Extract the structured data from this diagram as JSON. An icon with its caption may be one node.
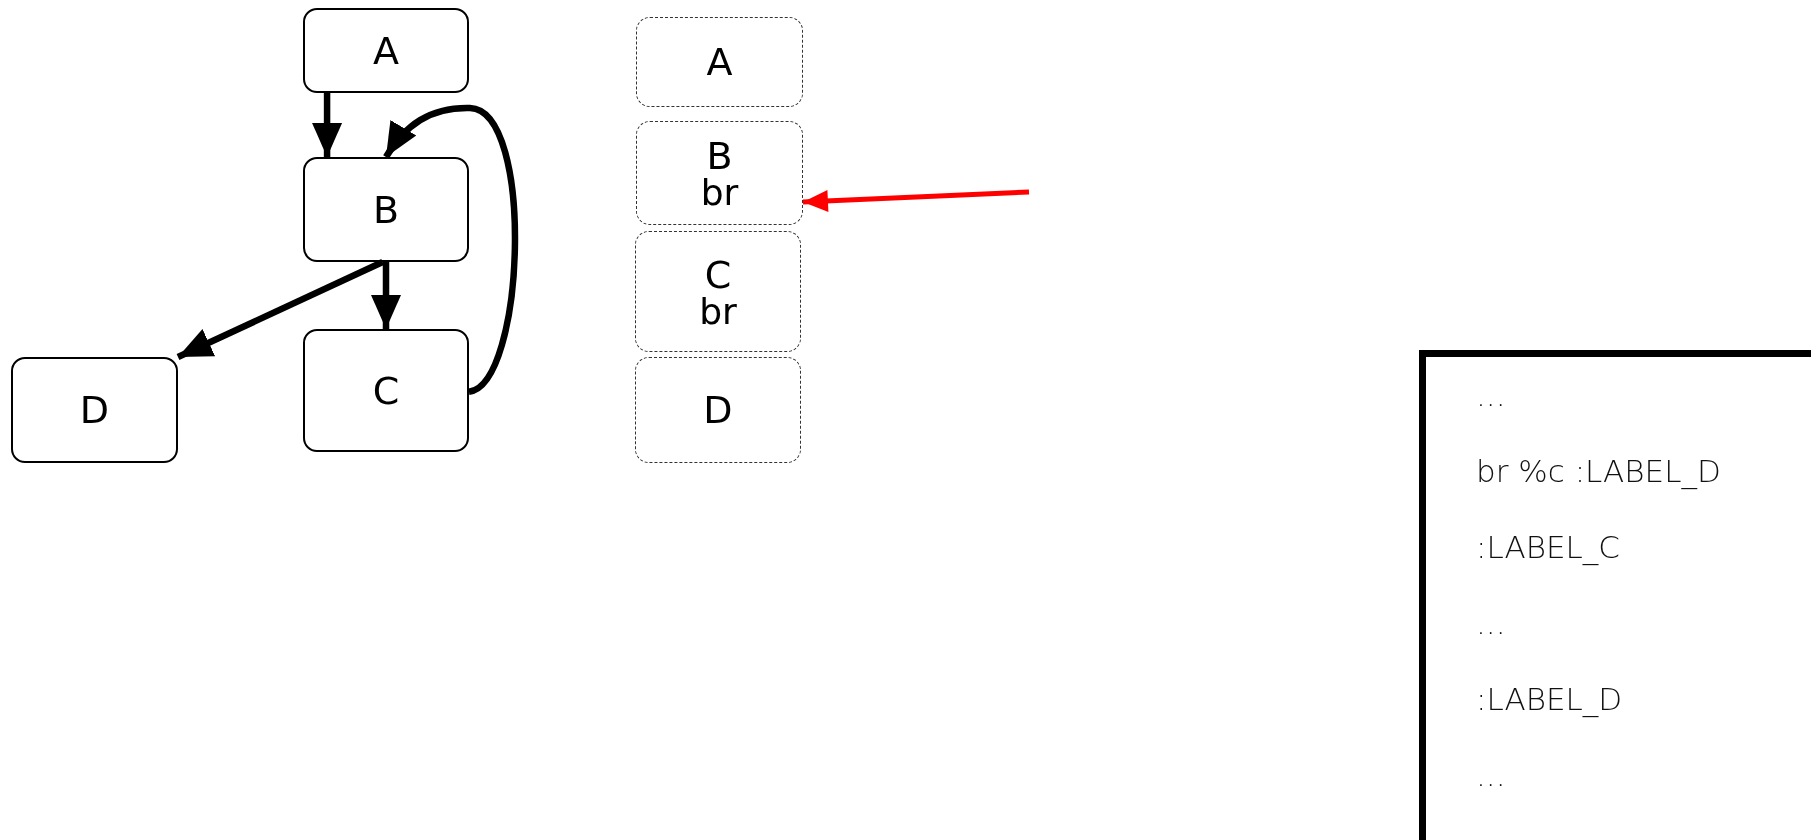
{
  "diagram": {
    "nodes": [
      {
        "text": [
          "A"
        ]
      },
      {
        "text": [
          "B"
        ]
      },
      {
        "text": [
          "C"
        ]
      },
      {
        "text": [
          "D"
        ]
      },
      {
        "text": [
          "A"
        ]
      },
      {
        "text": [
          "B",
          "br"
        ]
      },
      {
        "text": [
          "C",
          "br"
        ]
      },
      {
        "text": [
          "D"
        ]
      },
      {
        "text": [
          "...",
          "br %c :LABEL_D",
          ":LABEL_C",
          "...",
          ":LABEL_D",
          "..."
        ]
      }
    ],
    "edges": [
      {
        "from": 0,
        "to": 1,
        "arrow": "to"
      },
      {
        "from": 1,
        "to": 2,
        "arrow": "to"
      },
      {
        "from": 1,
        "to": 3,
        "arrow": "to"
      },
      {
        "from": 2,
        "to": 1,
        "arrow": "to"
      },
      {
        "from": null,
        "to": 5,
        "arrow": "to",
        "color": "#ff0000"
      }
    ]
  }
}
